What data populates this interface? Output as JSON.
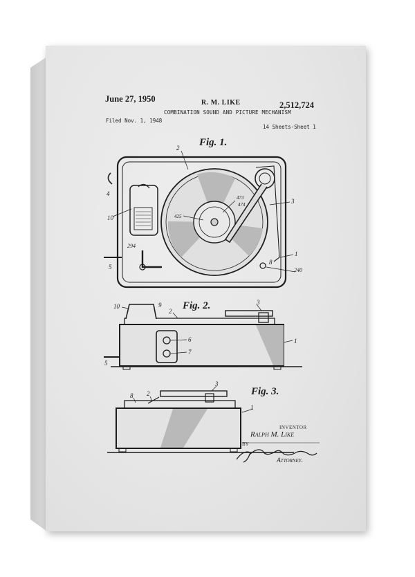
{
  "patent": {
    "date": "June 27, 1950",
    "inventor_header": "R. M. LIKE",
    "patent_number": "2,512,724",
    "title": "COMBINATION SOUND AND PICTURE MECHANISM",
    "filed": "Filed Nov. 1, 1948",
    "sheets": "14 Sheets-Sheet 1"
  },
  "figures": {
    "fig1": "Fig. 1.",
    "fig2": "Fig. 2.",
    "fig3": "Fig. 3."
  },
  "reference_numerals": {
    "fig1": [
      "2",
      "3",
      "4",
      "10",
      "473",
      "474",
      "425",
      "294",
      "5",
      "1",
      "8",
      "240"
    ],
    "fig2": [
      "10",
      "9",
      "2",
      "3",
      "1",
      "6",
      "7",
      "5"
    ],
    "fig3": [
      "8",
      "2",
      "3",
      "1"
    ]
  },
  "signature_block": {
    "inventor_label": "INVENTOR",
    "inventor_name": "Ralph M. Like",
    "by": "BY",
    "attorney_label": "Attorney."
  },
  "colors": {
    "ink": "#1d1d1d",
    "paper": "#e6e6e6",
    "background": "#ffffff"
  }
}
